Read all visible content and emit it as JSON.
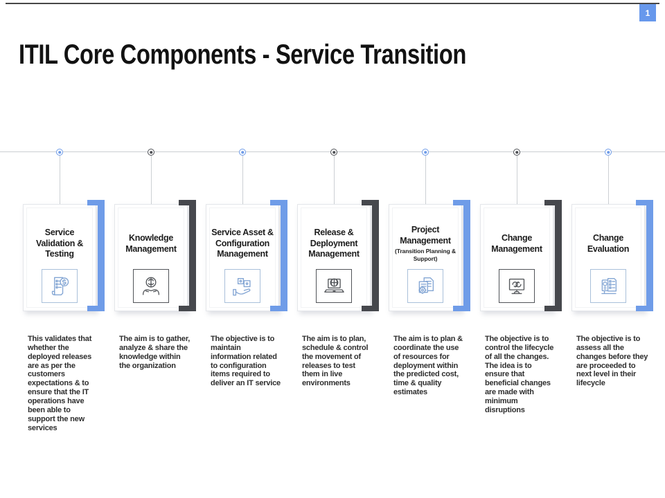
{
  "page": {
    "number": "1"
  },
  "header": {
    "title": "ITIL Core Components - Service Transition"
  },
  "accents": {
    "blue": "#6f9ce8",
    "dark": "#46484d",
    "badge_blue": "#6798ec"
  },
  "cards": [
    {
      "title": "Service Validation & Testing",
      "accent": "blue",
      "icon": "invoice-dollar-icon",
      "description": "This validates that whether the deployed releases are as per the customers expectations & to ensure that the IT operations have been able to support the new services"
    },
    {
      "title": "Knowledge Management",
      "accent": "dark",
      "icon": "knowledge-sharing-icon",
      "description": "The aim is to gather, analyze & share the knowledge within the organization"
    },
    {
      "title": "Service Asset & Configuration Management",
      "accent": "blue",
      "icon": "asset-hand-boxes-icon",
      "description": "The objective is to maintain information related to configuration items required to deliver an IT service"
    },
    {
      "title": "Release & Deployment Management",
      "accent": "dark",
      "icon": "laptop-globe-icon",
      "description": "The aim is to plan, schedule & control the movement of releases to test them in live environments"
    },
    {
      "title": "Project Management",
      "subtitle": "(Transition Planning & Support)",
      "accent": "blue",
      "icon": "documents-gear-icon",
      "description": "The aim is to plan & coordinate the use of resources for deployment within the predicted cost, time & quality estimates"
    },
    {
      "title": "Change Management",
      "accent": "dark",
      "icon": "monitor-cycle-icon",
      "description": "The objective is to control the lifecycle of all the changes. The idea is to ensure that beneficial changes are made with minimum disruptions"
    },
    {
      "title": "Change Evaluation",
      "accent": "blue",
      "icon": "checklist-screen-icon",
      "description": "The objective is to assess all the changes before they are proceeded to next level in their lifecycle"
    }
  ]
}
